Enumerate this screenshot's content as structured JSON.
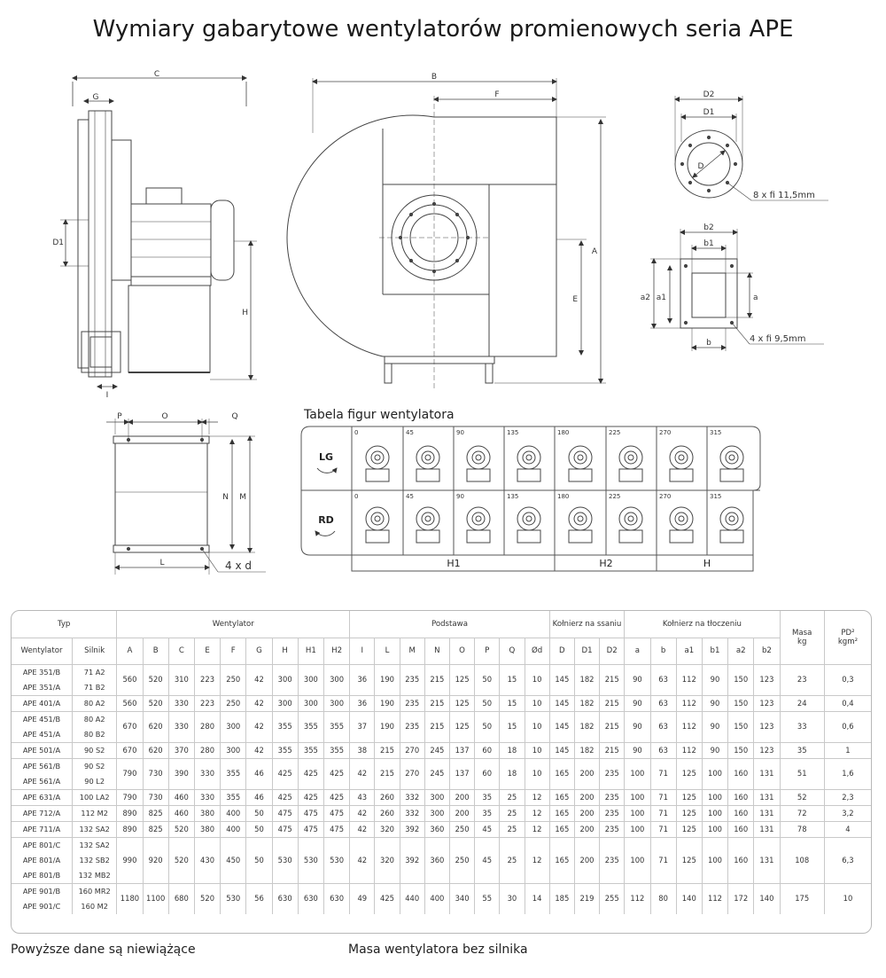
{
  "title": "Wymiary gabarytowe wentylatorów promienowych  seria APE",
  "drawing_labels": {
    "side": [
      "C",
      "G",
      "D1",
      "H",
      "I"
    ],
    "front": [
      "B",
      "F",
      "A",
      "E"
    ],
    "flange_inlet": [
      "D2",
      "D1",
      "D"
    ],
    "flange_inlet_note": "8 x fi 11,5mm",
    "flange_outlet": [
      "b2",
      "b1",
      "a2",
      "a1",
      "a",
      "b"
    ],
    "flange_outlet_note": "4 x fi 9,5mm",
    "base": [
      "P",
      "O",
      "Q",
      "N",
      "M",
      "L"
    ],
    "base_note": "4 x d"
  },
  "figure_table": {
    "title": "Tabela figur wentylatora",
    "rows": [
      {
        "label": "LG",
        "angles": [
          "0",
          "45",
          "90",
          "135",
          "180",
          "225",
          "270",
          "315"
        ]
      },
      {
        "label": "RD",
        "angles": [
          "0",
          "45",
          "90",
          "135",
          "180",
          "225",
          "270",
          "315"
        ]
      }
    ],
    "groups": [
      "H1",
      "H2",
      "H"
    ]
  },
  "table": {
    "group_headers": {
      "typ": "Typ",
      "wentylator": "Wentylator",
      "silnik": "Silnik",
      "wentylator_dims": "Wentylator",
      "podstawa": "Podstawa",
      "kolnierz_ssania": "Kołnierz na ssaniu",
      "kolnierz_tloczeniu": "Kołnierz na tłoczeniu",
      "masa": "Masa",
      "masa_unit": "kg",
      "pd2": "PD²",
      "pd2_unit": "kgm²"
    },
    "columns": [
      "A",
      "B",
      "C",
      "E",
      "F",
      "G",
      "H",
      "H1",
      "H2",
      "I",
      "L",
      "M",
      "N",
      "O",
      "P",
      "Q",
      "Ød",
      "D",
      "D1",
      "D2",
      "a",
      "b",
      "a1",
      "b1",
      "a2",
      "b2"
    ],
    "rows": [
      {
        "models": [
          "APE 351/B",
          "APE 351/A"
        ],
        "motors": [
          "71  A2",
          "71  B2"
        ],
        "values": [
          "560",
          "520",
          "310",
          "223",
          "250",
          "42",
          "300",
          "300",
          "300",
          "36",
          "190",
          "235",
          "215",
          "125",
          "50",
          "15",
          "10",
          "145",
          "182",
          "215",
          "90",
          "63",
          "112",
          "90",
          "150",
          "123"
        ],
        "masa": "23",
        "pd2": "0,3"
      },
      {
        "models": [
          "APE 401/A"
        ],
        "motors": [
          "80  A2"
        ],
        "values": [
          "560",
          "520",
          "330",
          "223",
          "250",
          "42",
          "300",
          "300",
          "300",
          "36",
          "190",
          "235",
          "215",
          "125",
          "50",
          "15",
          "10",
          "145",
          "182",
          "215",
          "90",
          "63",
          "112",
          "90",
          "150",
          "123"
        ],
        "masa": "24",
        "pd2": "0,4"
      },
      {
        "models": [
          "APE 451/B",
          "APE 451/A"
        ],
        "motors": [
          "80  A2",
          "80  B2"
        ],
        "values": [
          "670",
          "620",
          "330",
          "280",
          "300",
          "42",
          "355",
          "355",
          "355",
          "37",
          "190",
          "235",
          "215",
          "125",
          "50",
          "15",
          "10",
          "145",
          "182",
          "215",
          "90",
          "63",
          "112",
          "90",
          "150",
          "123"
        ],
        "masa": "33",
        "pd2": "0,6"
      },
      {
        "models": [
          "APE 501/A"
        ],
        "motors": [
          "90  S2"
        ],
        "values": [
          "670",
          "620",
          "370",
          "280",
          "300",
          "42",
          "355",
          "355",
          "355",
          "38",
          "215",
          "270",
          "245",
          "137",
          "60",
          "18",
          "10",
          "145",
          "182",
          "215",
          "90",
          "63",
          "112",
          "90",
          "150",
          "123"
        ],
        "masa": "35",
        "pd2": "1"
      },
      {
        "models": [
          "APE 561/B",
          "APE 561/A"
        ],
        "motors": [
          "90  S2",
          "90  L2"
        ],
        "values": [
          "790",
          "730",
          "390",
          "330",
          "355",
          "46",
          "425",
          "425",
          "425",
          "42",
          "215",
          "270",
          "245",
          "137",
          "60",
          "18",
          "10",
          "165",
          "200",
          "235",
          "100",
          "71",
          "125",
          "100",
          "160",
          "131"
        ],
        "masa": "51",
        "pd2": "1,6"
      },
      {
        "models": [
          "APE 631/A"
        ],
        "motors": [
          "100  LA2"
        ],
        "values": [
          "790",
          "730",
          "460",
          "330",
          "355",
          "46",
          "425",
          "425",
          "425",
          "43",
          "260",
          "332",
          "300",
          "200",
          "35",
          "25",
          "12",
          "165",
          "200",
          "235",
          "100",
          "71",
          "125",
          "100",
          "160",
          "131"
        ],
        "masa": "52",
        "pd2": "2,3"
      },
      {
        "models": [
          "APE 712/A"
        ],
        "motors": [
          "112  M2"
        ],
        "values": [
          "890",
          "825",
          "460",
          "380",
          "400",
          "50",
          "475",
          "475",
          "475",
          "42",
          "260",
          "332",
          "300",
          "200",
          "35",
          "25",
          "12",
          "165",
          "200",
          "235",
          "100",
          "71",
          "125",
          "100",
          "160",
          "131"
        ],
        "masa": "72",
        "pd2": "3,2"
      },
      {
        "models": [
          "APE 711/A"
        ],
        "motors": [
          "132  SA2"
        ],
        "values": [
          "890",
          "825",
          "520",
          "380",
          "400",
          "50",
          "475",
          "475",
          "475",
          "42",
          "320",
          "392",
          "360",
          "250",
          "45",
          "25",
          "12",
          "165",
          "200",
          "235",
          "100",
          "71",
          "125",
          "100",
          "160",
          "131"
        ],
        "masa": "78",
        "pd2": "4"
      },
      {
        "models": [
          "APE 801/C",
          "APE 801/A",
          "APE 801/B"
        ],
        "motors": [
          "132  SA2",
          "132  SB2",
          "132  MB2"
        ],
        "values": [
          "990",
          "920",
          "520",
          "430",
          "450",
          "50",
          "530",
          "530",
          "530",
          "42",
          "320",
          "392",
          "360",
          "250",
          "45",
          "25",
          "12",
          "165",
          "200",
          "235",
          "100",
          "71",
          "125",
          "100",
          "160",
          "131"
        ],
        "masa": "108",
        "pd2": "6,3"
      },
      {
        "models": [
          "APE 901/B",
          "APE 901/C"
        ],
        "motors": [
          "160  MR2",
          "160  M2"
        ],
        "values": [
          "1180",
          "1100",
          "680",
          "520",
          "530",
          "56",
          "630",
          "630",
          "630",
          "49",
          "425",
          "440",
          "400",
          "340",
          "55",
          "30",
          "14",
          "185",
          "219",
          "255",
          "112",
          "80",
          "140",
          "112",
          "172",
          "140"
        ],
        "masa": "175",
        "pd2": "10"
      }
    ]
  },
  "footnotes": {
    "left": "Powyższe dane są niewiążące",
    "right": "Masa wentylatora bez silnika"
  }
}
